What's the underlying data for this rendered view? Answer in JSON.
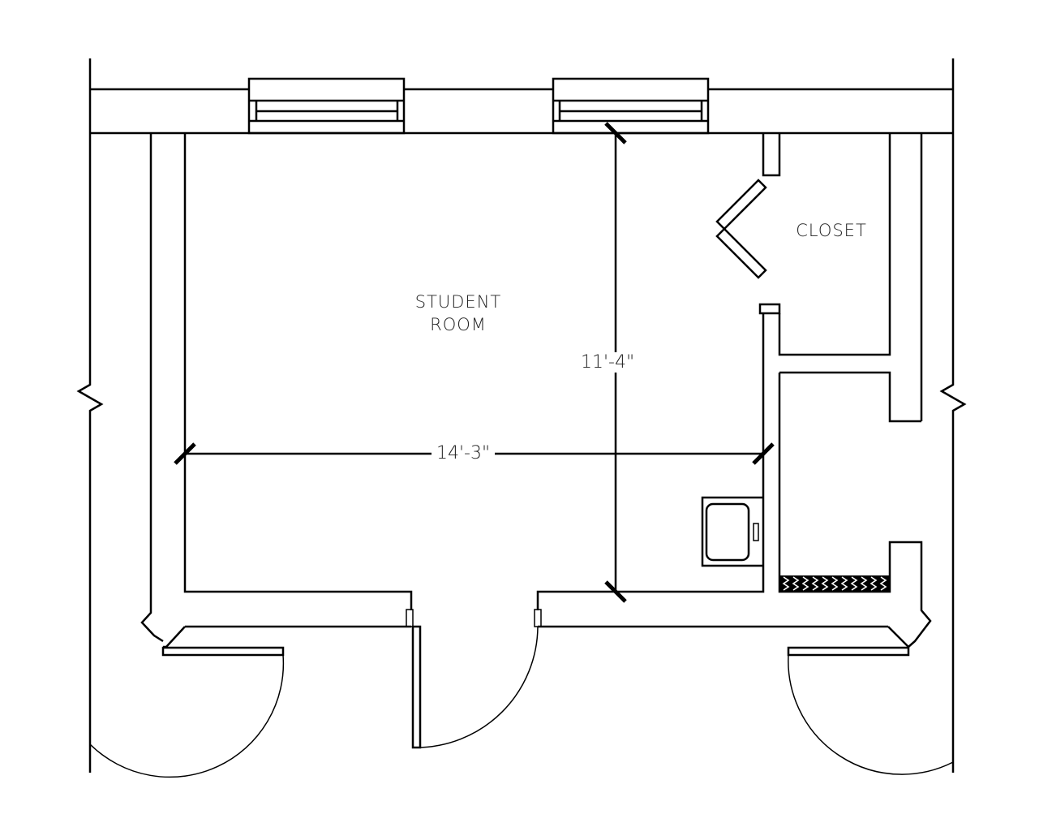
{
  "plan": {
    "rooms": [
      {
        "id": "student-room",
        "line1": "STUDENT",
        "line2": "ROOM"
      },
      {
        "id": "closet",
        "line1": "CLOSET"
      }
    ],
    "dimensions": {
      "width": "14'-3\"",
      "depth": "11'-4\""
    },
    "colors": {
      "line": "#000000",
      "background": "#ffffff"
    }
  }
}
